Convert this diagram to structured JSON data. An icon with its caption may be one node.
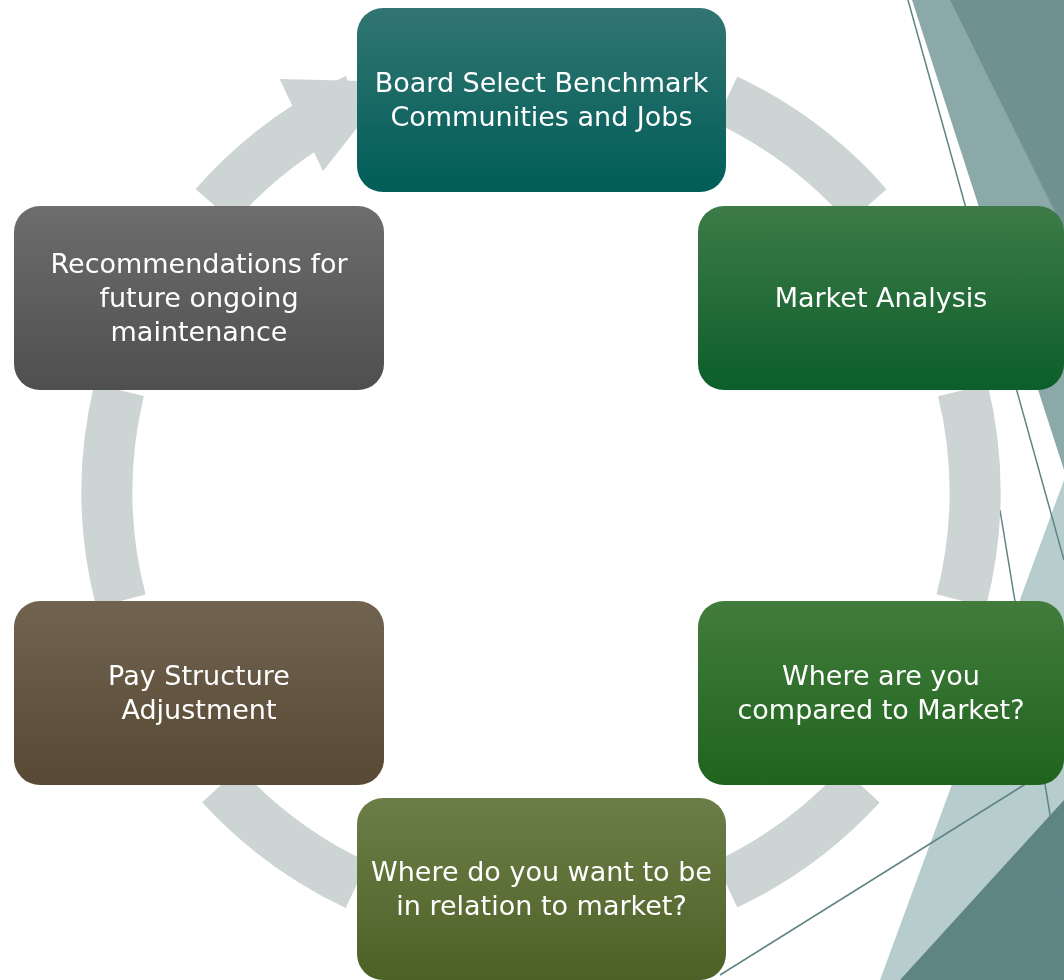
{
  "diagram": {
    "nodes": [
      {
        "text": [
          "Board Select Benchmark Communities and Jobs"
        ]
      },
      {
        "text": [
          "Market Analysis"
        ]
      },
      {
        "text": [
          "Where are you compared to Market?"
        ]
      },
      {
        "text": [
          "Where do you want to be in relation to market?"
        ]
      },
      {
        "text": [
          "Pay Structure Adjustment"
        ]
      },
      {
        "text": [
          "Recommendations for future ongoing maintenance"
        ]
      }
    ],
    "edges": [
      {
        "from": 0,
        "to": 1,
        "arrow": "none"
      },
      {
        "from": 1,
        "to": 2,
        "arrow": "none"
      },
      {
        "from": 2,
        "to": 3,
        "arrow": "none"
      },
      {
        "from": 3,
        "to": 4,
        "arrow": "none"
      },
      {
        "from": 4,
        "to": 5,
        "arrow": "none"
      },
      {
        "from": 5,
        "to": 0,
        "arrow": "to"
      }
    ]
  }
}
